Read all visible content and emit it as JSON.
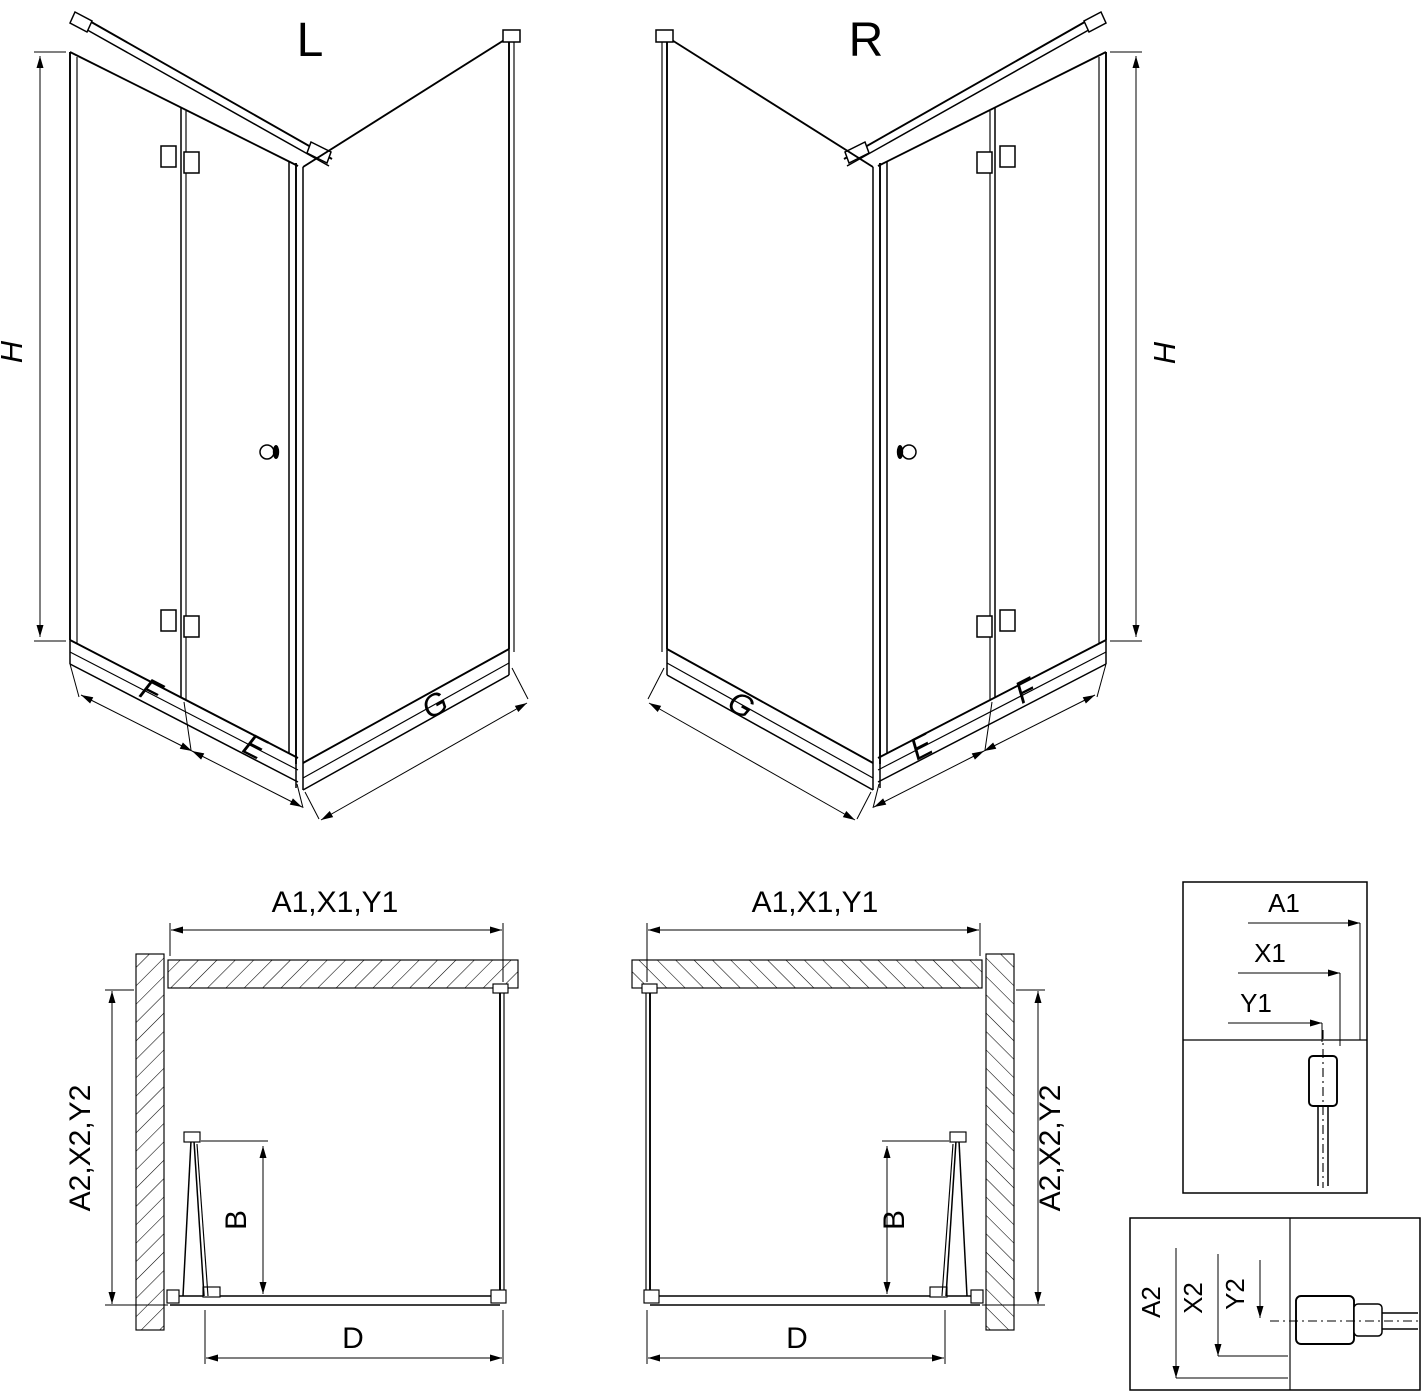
{
  "page": {
    "background": "#ffffff",
    "line_color": "#000000"
  },
  "diagram": {
    "iso_left": {
      "title": "L",
      "dim_h": "H",
      "dim_f": "F",
      "dim_e": "E",
      "dim_g": "G"
    },
    "iso_right": {
      "title": "R",
      "dim_h": "H",
      "dim_f": "F",
      "dim_e": "E",
      "dim_g": "G"
    },
    "plan_left": {
      "dim_top": "A1,X1,Y1",
      "dim_side": "A2,X2,Y2",
      "dim_b": "B",
      "dim_d": "D"
    },
    "plan_right": {
      "dim_top": "A1,X1,Y1",
      "dim_side": "A2,X2,Y2",
      "dim_b": "B",
      "dim_d": "D"
    },
    "detail_top": {
      "dim_a1": "A1",
      "dim_x1": "X1",
      "dim_y1": "Y1"
    },
    "detail_bottom": {
      "dim_a2": "A2",
      "dim_x2": "X2",
      "dim_y2": "Y2"
    }
  }
}
